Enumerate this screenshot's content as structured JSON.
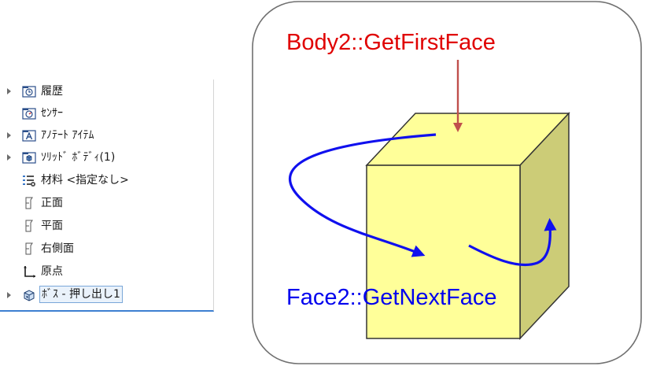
{
  "tree": {
    "items": [
      {
        "label": "履歴",
        "icon": "history-folder-icon",
        "expandable": true
      },
      {
        "label": "ｾﾝｻｰ",
        "icon": "sensor-folder-icon",
        "expandable": false
      },
      {
        "label": "ｱﾉﾃｰﾄ ｱｲﾃﾑ",
        "icon": "annotation-folder-icon",
        "expandable": true
      },
      {
        "label": "ｿﾘｯﾄﾞ ﾎﾞﾃﾞｨ(1)",
        "icon": "solid-body-folder-icon",
        "expandable": true
      },
      {
        "label": "材料 <指定なし>",
        "icon": "material-icon",
        "expandable": false
      },
      {
        "label": "正面",
        "icon": "plane-icon",
        "expandable": false
      },
      {
        "label": "平面",
        "icon": "plane-icon",
        "expandable": false
      },
      {
        "label": "右側面",
        "icon": "plane-icon",
        "expandable": false
      },
      {
        "label": "原点",
        "icon": "origin-icon",
        "expandable": false
      },
      {
        "label": "ﾎﾞｽ - 押し出し1",
        "icon": "boss-extrude-icon",
        "expandable": true,
        "selected": true
      }
    ]
  },
  "diagram": {
    "top_label": "Body2::GetFirstFace",
    "bottom_label": "Face2::GetNextFace",
    "colors": {
      "top_label": "#e00000",
      "bottom_label": "#0000ee",
      "cube_front": "#ffff99",
      "cube_top": "#ffff99",
      "cube_side": "#cccc77",
      "flow_arrow": "#1010ee",
      "pointer_arrow": "#c0504d",
      "frame": "#707070"
    }
  }
}
